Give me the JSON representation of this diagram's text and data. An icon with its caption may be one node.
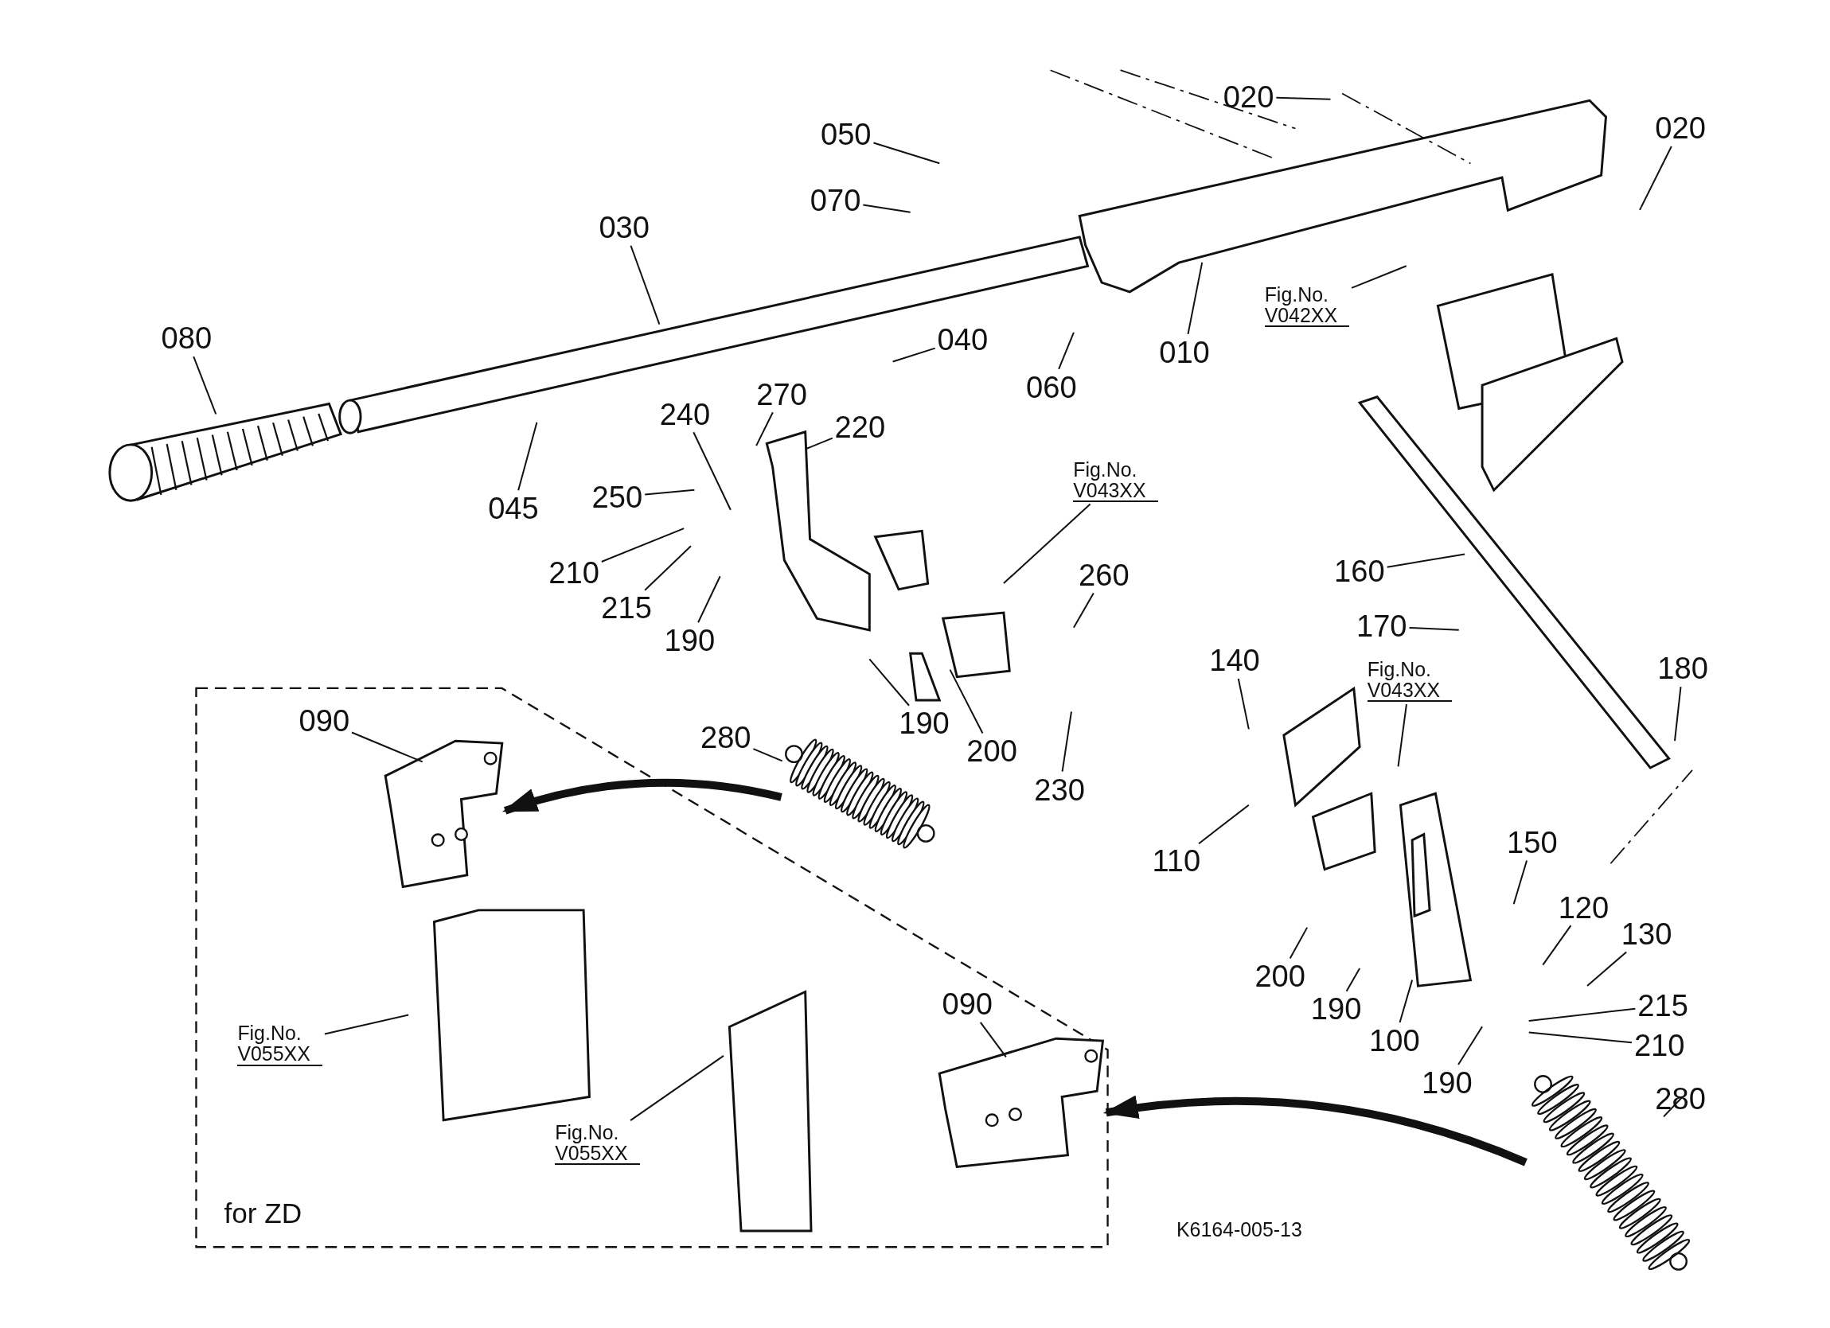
{
  "diagram": {
    "nodes": [
      {
        "text": [
          "for ZD"
        ]
      },
      {
        "text": [
          "020"
        ]
      },
      {
        "text": [
          "020"
        ]
      },
      {
        "text": [
          "050"
        ]
      },
      {
        "text": [
          "070"
        ]
      },
      {
        "text": [
          "030"
        ]
      },
      {
        "text": [
          "010"
        ]
      },
      {
        "text": [
          "Fig.No. V042XX"
        ]
      },
      {
        "text": [
          "080"
        ]
      },
      {
        "text": [
          "040"
        ]
      },
      {
        "text": [
          "060"
        ]
      },
      {
        "text": [
          "270"
        ]
      },
      {
        "text": [
          "240"
        ]
      },
      {
        "text": [
          "220"
        ]
      },
      {
        "text": [
          "045"
        ]
      },
      {
        "text": [
          "250"
        ]
      },
      {
        "text": [
          "Fig.No. V043XX"
        ]
      },
      {
        "text": [
          "210"
        ]
      },
      {
        "text": [
          "215"
        ]
      },
      {
        "text": [
          "190"
        ]
      },
      {
        "text": [
          "260"
        ]
      },
      {
        "text": [
          "160"
        ]
      },
      {
        "text": [
          "170"
        ]
      },
      {
        "text": [
          "180"
        ]
      },
      {
        "text": [
          "140"
        ]
      },
      {
        "text": [
          "Fig.No. V043XX"
        ]
      },
      {
        "text": [
          "090"
        ],
        "in": 0
      },
      {
        "text": [
          "190"
        ]
      },
      {
        "text": [
          "280"
        ]
      },
      {
        "text": [
          "200"
        ]
      },
      {
        "text": [
          "230"
        ]
      },
      {
        "text": [
          "110"
        ]
      },
      {
        "text": [
          "150"
        ]
      },
      {
        "text": [
          "120"
        ]
      },
      {
        "text": [
          "130"
        ]
      },
      {
        "text": [
          "200"
        ]
      },
      {
        "text": [
          "215"
        ]
      },
      {
        "text": [
          "190"
        ]
      },
      {
        "text": [
          "100"
        ]
      },
      {
        "text": [
          "090"
        ],
        "in": 0
      },
      {
        "text": [
          "Fig.No. V055XX"
        ],
        "in": 0
      },
      {
        "text": [
          "210"
        ]
      },
      {
        "text": [
          "190"
        ]
      },
      {
        "text": [
          "280"
        ]
      },
      {
        "text": [
          "Fig.No. V055XX"
        ],
        "in": 0
      },
      {
        "text": [],
        "shape": "picture"
      },
      {
        "text": [],
        "shape": "picture"
      },
      {
        "text": [],
        "shape": "picture",
        "in": 0
      },
      {
        "text": [],
        "shape": "picture",
        "in": 0
      }
    ],
    "edges": [
      {
        "from": 1,
        "to": null,
        "arrow": "none"
      },
      {
        "from": 2,
        "to": null,
        "arrow": "none"
      },
      {
        "from": 3,
        "to": null,
        "arrow": "none"
      },
      {
        "from": 4,
        "to": null,
        "arrow": "none"
      },
      {
        "from": 5,
        "to": null,
        "arrow": "none"
      },
      {
        "from": 6,
        "to": null,
        "arrow": "none"
      },
      {
        "from": 7,
        "to": null,
        "arrow": "none"
      },
      {
        "from": 8,
        "to": null,
        "arrow": "none"
      },
      {
        "from": 9,
        "to": null,
        "arrow": "none"
      },
      {
        "from": 10,
        "to": null,
        "arrow": "none"
      },
      {
        "from": 11,
        "to": null,
        "arrow": "none"
      },
      {
        "from": 12,
        "to": null,
        "arrow": "none"
      },
      {
        "from": 13,
        "to": null,
        "arrow": "none"
      },
      {
        "from": 14,
        "to": null,
        "arrow": "none"
      },
      {
        "from": 15,
        "to": null,
        "arrow": "none"
      },
      {
        "from": 16,
        "to": null,
        "arrow": "none"
      },
      {
        "from": 17,
        "to": null,
        "arrow": "none"
      },
      {
        "from": 18,
        "to": null,
        "arrow": "none"
      },
      {
        "from": 19,
        "to": null,
        "arrow": "none"
      },
      {
        "from": 20,
        "to": null,
        "arrow": "none"
      },
      {
        "from": 21,
        "to": null,
        "arrow": "none"
      },
      {
        "from": 22,
        "to": null,
        "arrow": "none"
      },
      {
        "from": 23,
        "to": null,
        "arrow": "none"
      },
      {
        "from": 24,
        "to": null,
        "arrow": "none"
      },
      {
        "from": 25,
        "to": null,
        "arrow": "none"
      },
      {
        "from": 26,
        "to": 47,
        "arrow": "none"
      },
      {
        "from": 27,
        "to": null,
        "arrow": "none"
      },
      {
        "from": 28,
        "to": 45,
        "arrow": "none"
      },
      {
        "from": 29,
        "to": null,
        "arrow": "none"
      },
      {
        "from": 30,
        "to": null,
        "arrow": "none"
      },
      {
        "from": 31,
        "to": null,
        "arrow": "none"
      },
      {
        "from": 32,
        "to": null,
        "arrow": "none"
      },
      {
        "from": 33,
        "to": null,
        "arrow": "none"
      },
      {
        "from": 34,
        "to": null,
        "arrow": "none"
      },
      {
        "from": 35,
        "to": null,
        "arrow": "none"
      },
      {
        "from": 36,
        "to": null,
        "arrow": "none"
      },
      {
        "from": 37,
        "to": null,
        "arrow": "none"
      },
      {
        "from": 38,
        "to": null,
        "arrow": "none"
      },
      {
        "from": 39,
        "to": 48,
        "arrow": "none"
      },
      {
        "from": 40,
        "to": null,
        "arrow": "none"
      },
      {
        "from": 41,
        "to": null,
        "arrow": "none"
      },
      {
        "from": 42,
        "to": null,
        "arrow": "none"
      },
      {
        "from": 43,
        "to": 46,
        "arrow": "none"
      },
      {
        "from": 44,
        "to": null,
        "arrow": "none"
      },
      {
        "from": 45,
        "to": 47,
        "arrow": "to",
        "style": "thick"
      },
      {
        "from": 46,
        "to": 48,
        "arrow": "to",
        "style": "thick"
      }
    ],
    "labels": [
      "K6164-005-13"
    ]
  }
}
